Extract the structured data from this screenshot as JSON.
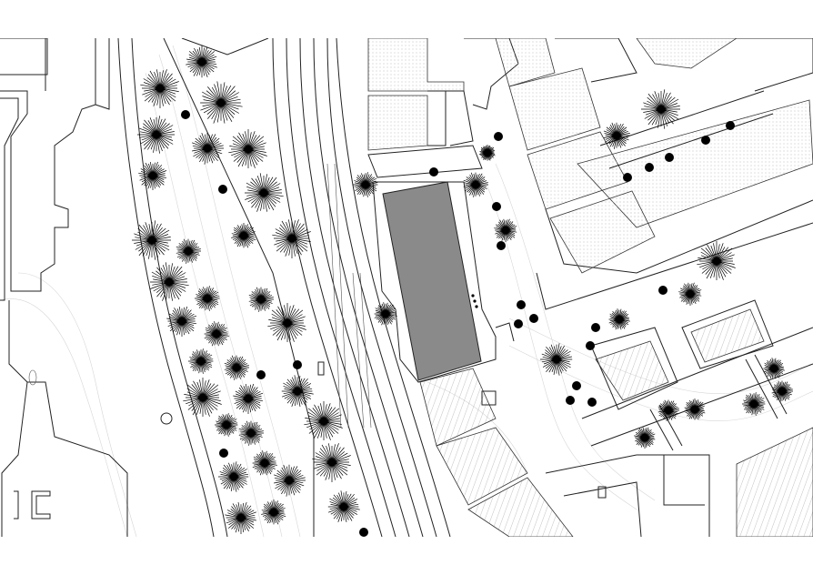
{
  "map": {
    "type": "site-plan",
    "style": "black-and-white line drawing",
    "highlight_color": "#8a8a8a",
    "line_color": "#222222",
    "background_color": "#ffffff",
    "features": [
      "main-building",
      "tree-canopies",
      "roads",
      "rail-tracks",
      "residential-blocks",
      "stairs",
      "topographic-contours"
    ]
  }
}
